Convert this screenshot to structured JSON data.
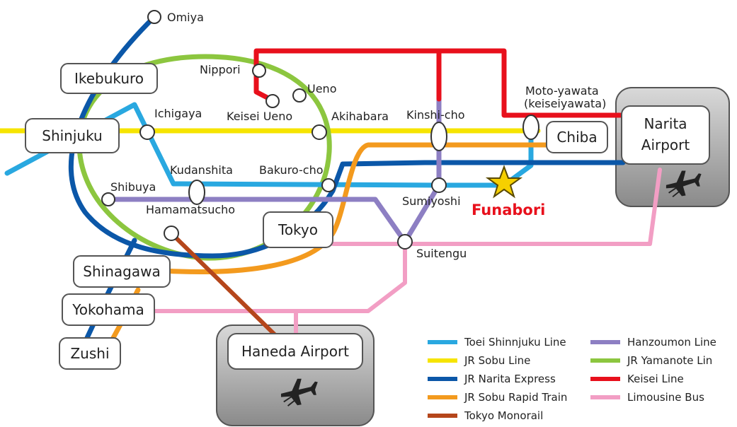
{
  "stations": {
    "omiya": "Omiya",
    "nippori": "Nippori",
    "ueno": "Ueno",
    "keisei_ueno": "Keisei Ueno",
    "akihabara": "Akihabara",
    "ichigaya": "Ichigaya",
    "kinshi_cho": "Kinshi-cho",
    "moto_yawata": "Moto-yawata",
    "keiseiyawata": "(keiseiyawata)",
    "kudanshita": "Kudanshita",
    "bakuro_cho": "Bakuro-cho",
    "shibuya": "Shibuya",
    "hamamatsucho": "Hamamatsucho",
    "sumiyoshi": "Sumiyoshi",
    "suitengu": "Suitengu",
    "funabori": "Funabori"
  },
  "hubs": {
    "ikebukuro": "Ikebukuro",
    "shinjuku": "Shinjuku",
    "tokyo": "Tokyo",
    "shinagawa": "Shinagawa",
    "yokohama": "Yokohama",
    "zushi": "Zushi",
    "chiba": "Chiba",
    "narita_line1": "Narita",
    "narita_line2": "Airport",
    "haneda": "Haneda Airport"
  },
  "colors": {
    "toei_shinjuku": "#29a8e0",
    "jr_sobu": "#f6e400",
    "jr_narita_express": "#0b57a8",
    "jr_sobu_rapid": "#f39a1e",
    "tokyo_monorail": "#b5461b",
    "hanzoumon": "#8d7fc3",
    "jr_yamanote": "#8cc63f",
    "keisei": "#e8101c",
    "limousine_bus": "#f29ec4"
  },
  "legend": [
    {
      "label": "Toei Shinnjuku Line",
      "color": "#29a8e0"
    },
    {
      "label": "JR Sobu Line",
      "color": "#f6e400"
    },
    {
      "label": "JR Narita Express",
      "color": "#0b57a8"
    },
    {
      "label": "JR Sobu Rapid Train",
      "color": "#f39a1e"
    },
    {
      "label": "Tokyo Monorail",
      "color": "#b5461b"
    },
    {
      "label": "Hanzoumon Line",
      "color": "#8d7fc3"
    },
    {
      "label": "JR Yamanote Lin",
      "color": "#8cc63f"
    },
    {
      "label": "Keisei Line",
      "color": "#e8101c"
    },
    {
      "label": "Limousine Bus",
      "color": "#f29ec4"
    }
  ]
}
